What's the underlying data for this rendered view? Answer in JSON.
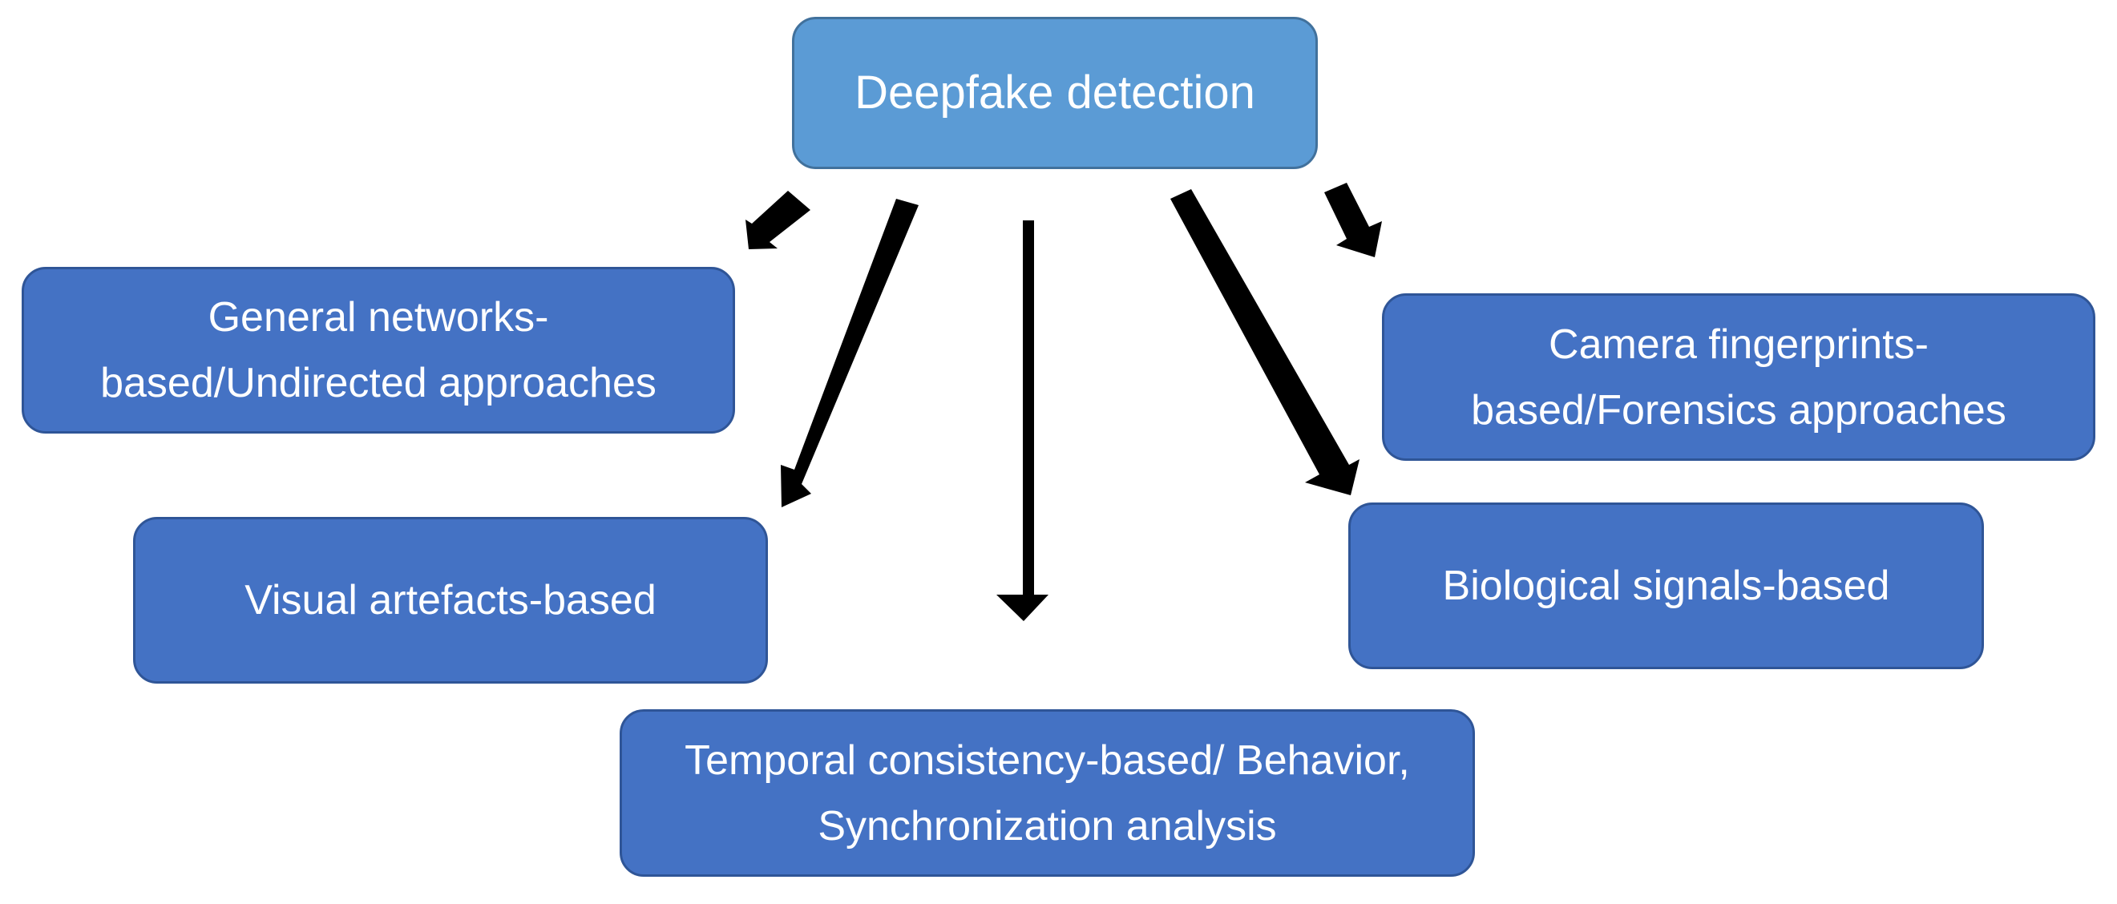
{
  "diagram": {
    "root": {
      "label": "Deepfake detection",
      "fill": "#5B9BD5"
    },
    "categories": [
      {
        "id": "general",
        "lines": [
          "General networks-",
          "based/Undirected approaches"
        ]
      },
      {
        "id": "visual",
        "lines": [
          "Visual artefacts-based"
        ]
      },
      {
        "id": "temporal",
        "lines": [
          "Temporal consistency-based/ Behavior,",
          "Synchronization analysis"
        ]
      },
      {
        "id": "biological",
        "lines": [
          "Biological signals-based"
        ]
      },
      {
        "id": "camera",
        "lines": [
          "Camera fingerprints-",
          "based/Forensics approaches"
        ]
      }
    ],
    "colors": {
      "box_fill": "#4472C4",
      "box_border": "#2F5597",
      "text": "#ffffff",
      "arrow": "#000000"
    }
  }
}
